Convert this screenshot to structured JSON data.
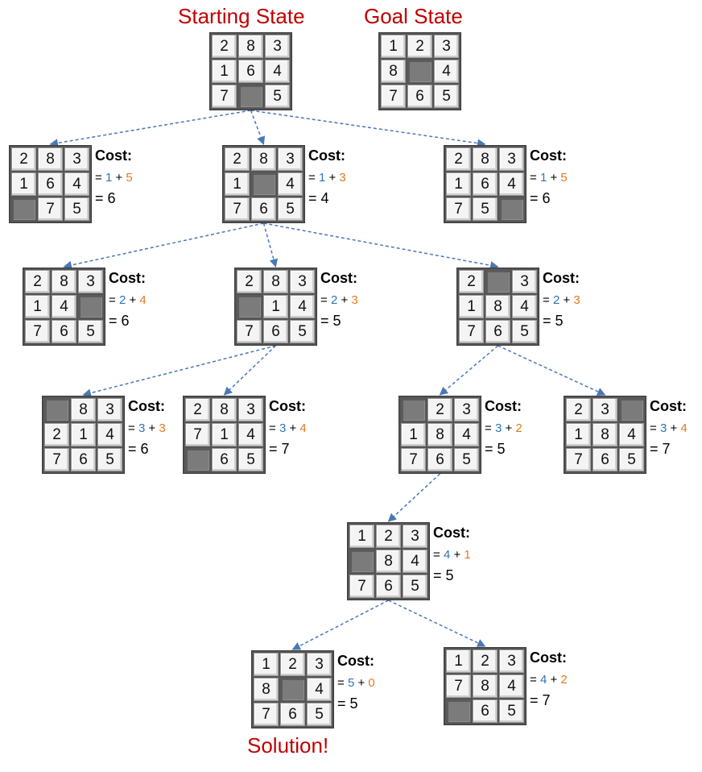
{
  "headings": {
    "start": "Starting State",
    "goal": "Goal State",
    "solution": "Solution!"
  },
  "cost_label": "Cost:",
  "colors": {
    "heading": "#c00000",
    "g_cost": "#2e75b6",
    "h_cost": "#e07b20",
    "blank_tile": "#7b7b7b",
    "edge": "#4a78b5"
  },
  "boards": [
    {
      "id": "start",
      "tiles": [
        "2",
        "8",
        "3",
        "1",
        "6",
        "4",
        "7",
        "",
        "5"
      ]
    },
    {
      "id": "goal",
      "tiles": [
        "1",
        "2",
        "3",
        "8",
        "",
        "4",
        "7",
        "6",
        "5"
      ]
    },
    {
      "id": "n1",
      "tiles": [
        "2",
        "8",
        "3",
        "1",
        "6",
        "4",
        "",
        "7",
        "5"
      ],
      "g": "1",
      "h": "5",
      "f": "6"
    },
    {
      "id": "n2",
      "tiles": [
        "2",
        "8",
        "3",
        "1",
        "",
        "4",
        "7",
        "6",
        "5"
      ],
      "g": "1",
      "h": "3",
      "f": "4"
    },
    {
      "id": "n3",
      "tiles": [
        "2",
        "8",
        "3",
        "1",
        "6",
        "4",
        "7",
        "5",
        ""
      ],
      "g": "1",
      "h": "5",
      "f": "6"
    },
    {
      "id": "n4",
      "tiles": [
        "2",
        "8",
        "3",
        "1",
        "4",
        "",
        "7",
        "6",
        "5"
      ],
      "g": "2",
      "h": "4",
      "f": "6"
    },
    {
      "id": "n5",
      "tiles": [
        "2",
        "8",
        "3",
        "",
        "1",
        "4",
        "7",
        "6",
        "5"
      ],
      "g": "2",
      "h": "3",
      "f": "5"
    },
    {
      "id": "n6",
      "tiles": [
        "2",
        "",
        "3",
        "1",
        "8",
        "4",
        "7",
        "6",
        "5"
      ],
      "g": "2",
      "h": "3",
      "f": "5"
    },
    {
      "id": "n7",
      "tiles": [
        "",
        "8",
        "3",
        "2",
        "1",
        "4",
        "7",
        "6",
        "5"
      ],
      "g": "3",
      "h": "3",
      "f": "6"
    },
    {
      "id": "n8",
      "tiles": [
        "2",
        "8",
        "3",
        "7",
        "1",
        "4",
        "",
        "6",
        "5"
      ],
      "g": "3",
      "h": "4",
      "f": "7"
    },
    {
      "id": "n9",
      "tiles": [
        "",
        "2",
        "3",
        "1",
        "8",
        "4",
        "7",
        "6",
        "5"
      ],
      "g": "3",
      "h": "2",
      "f": "5"
    },
    {
      "id": "n10",
      "tiles": [
        "2",
        "3",
        "",
        "1",
        "8",
        "4",
        "7",
        "6",
        "5"
      ],
      "g": "3",
      "h": "4",
      "f": "7"
    },
    {
      "id": "n11",
      "tiles": [
        "1",
        "2",
        "3",
        "",
        "8",
        "4",
        "7",
        "6",
        "5"
      ],
      "g": "4",
      "h": "1",
      "f": "5"
    },
    {
      "id": "n12",
      "tiles": [
        "1",
        "2",
        "3",
        "8",
        "",
        "4",
        "7",
        "6",
        "5"
      ],
      "g": "5",
      "h": "0",
      "f": "5"
    },
    {
      "id": "n13",
      "tiles": [
        "1",
        "2",
        "3",
        "7",
        "8",
        "4",
        "",
        "6",
        "5"
      ],
      "g": "4",
      "h": "2",
      "f": "7"
    }
  ],
  "edges": [
    [
      "start",
      "n1"
    ],
    [
      "start",
      "n2"
    ],
    [
      "start",
      "n3"
    ],
    [
      "n2",
      "n4"
    ],
    [
      "n2",
      "n5"
    ],
    [
      "n2",
      "n6"
    ],
    [
      "n5",
      "n7"
    ],
    [
      "n5",
      "n8"
    ],
    [
      "n6",
      "n9"
    ],
    [
      "n6",
      "n10"
    ],
    [
      "n9",
      "n11"
    ],
    [
      "n11",
      "n12"
    ],
    [
      "n11",
      "n13"
    ]
  ]
}
